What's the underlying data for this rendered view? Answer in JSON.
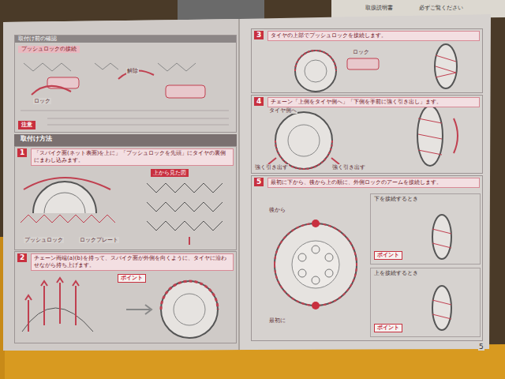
{
  "diagram": {
    "nodes": [
      {
        "text": [
          "取付け前の確認"
        ]
      },
      {
        "text": [
          "プッシュロックの接続"
        ],
        "in": 0
      },
      {
        "text": [
          "注意"
        ],
        "in": 0
      },
      {
        "text": [
          "取付け方法"
        ]
      },
      {
        "text": [
          "「スパイク面(ネット表面)を上に」「プッシュロックを先頭」にタイヤの裏側にまわし込みます。"
        ]
      },
      {
        "text": [
          "1"
        ],
        "in": 4
      },
      {
        "text": [
          "上から見た図"
        ],
        "in": 4
      },
      {
        "text": [
          "チェーン両端(a)(b)を持って、スパイク面が外側を向くように、タイヤに沿わせながら持ち上げます。"
        ]
      },
      {
        "text": [
          "2"
        ],
        "in": 7
      },
      {
        "text": [
          "ポイント"
        ],
        "in": 7
      },
      {
        "text": [
          "タイヤの上部でプッシュロックを接続します。"
        ]
      },
      {
        "text": [
          "3"
        ],
        "in": 10
      },
      {
        "text": [
          "チェーン「上側をタイヤ側へ」「下側を手前に強く引き出し」ます。"
        ]
      },
      {
        "text": [
          "4"
        ],
        "in": 12
      },
      {
        "text": [
          "最初に下から、後から上の順に、外側ロックのアームを接続します。"
        ]
      },
      {
        "text": [
          "5"
        ],
        "in": 14
      },
      {
        "text": [
          "下を接続するとき"
        ],
        "in": 14
      },
      {
        "text": [
          "上を接続するとき"
        ],
        "in": 14
      },
      {
        "text": [
          "ポイント"
        ],
        "in": 16
      },
      {
        "text": [
          "ポイント"
        ],
        "in": 17
      }
    ],
    "labels": [
      "ロック",
      "解除",
      "プッシュロック",
      "ロックプレート",
      "タイヤ側へ",
      "強く引き出す",
      "強く引き出す",
      "後から",
      "最初に",
      "5",
      "取扱説明書",
      "必ずご覧ください",
      "ロック"
    ]
  }
}
